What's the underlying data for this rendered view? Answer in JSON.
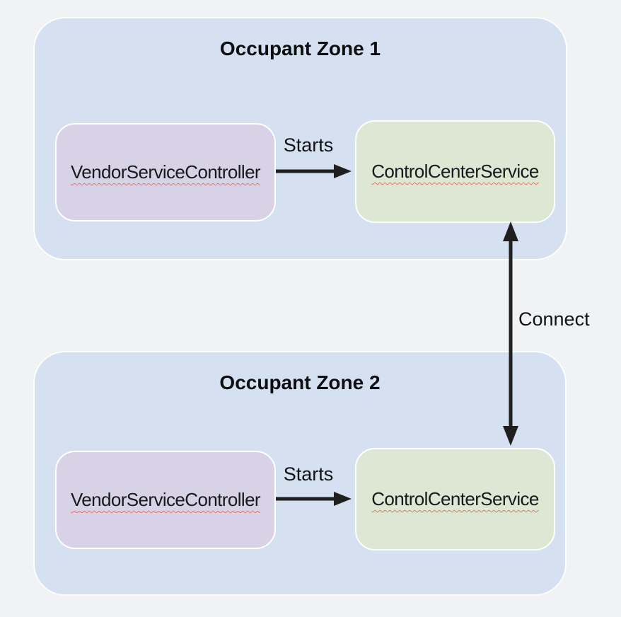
{
  "page": {
    "background_color": "#f1f2f4"
  },
  "colors": {
    "zone_fill": "#d5e1f0",
    "zone_border": "#fcfdfe",
    "controller_node_fill": "#d7d2e5",
    "service_node_fill": "#dce8d3",
    "node_border": "#ffffff",
    "arrow": "#1f1f1f",
    "text": "#17191c",
    "spellcheck_squiggle": "#e0766b"
  },
  "diagram": {
    "zones": [
      {
        "title": "Occupant Zone 1",
        "controller_label": "VendorServiceController",
        "service_label": "ControlCenterService",
        "edge_label": "Starts"
      },
      {
        "title": "Occupant Zone 2",
        "controller_label": "VendorServiceController",
        "service_label": "ControlCenterService",
        "edge_label": "Starts"
      }
    ],
    "connect_label": "Connect"
  }
}
